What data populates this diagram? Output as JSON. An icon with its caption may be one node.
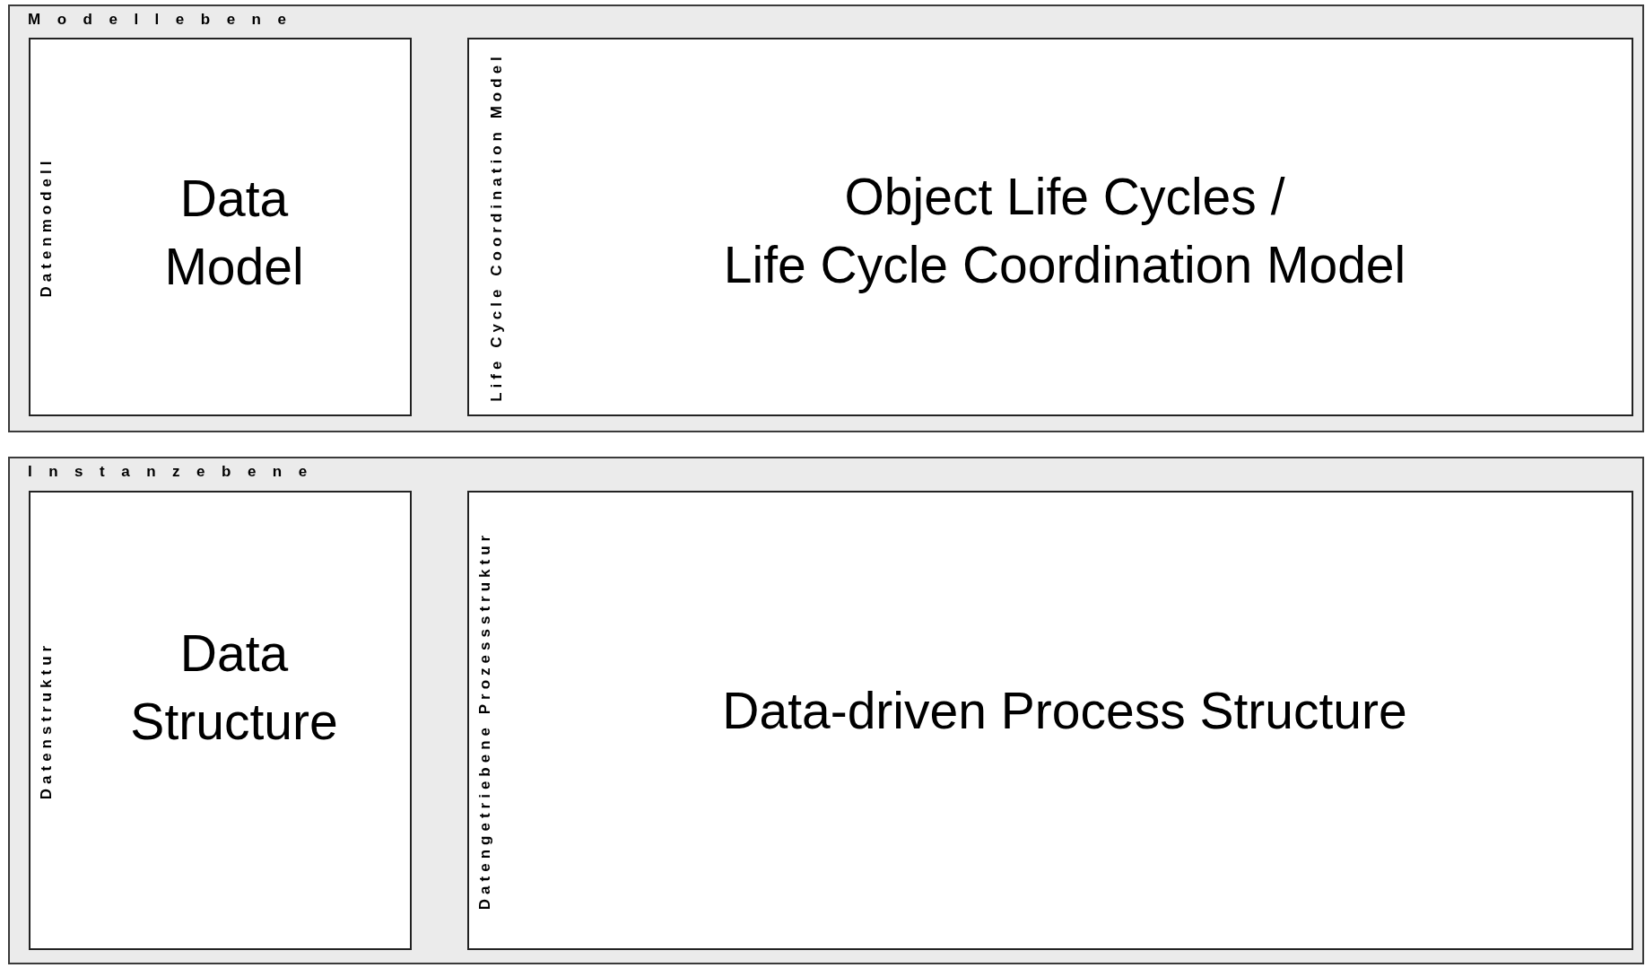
{
  "diagram": {
    "nodes": [
      {
        "text": [
          "Modellebene"
        ]
      },
      {
        "text": [
          "Datenmodell",
          "Data Model"
        ],
        "in": 0
      },
      {
        "text": [
          "Life Cycle Coordination Model",
          "Object Life Cycles / Life Cycle Coordination Model"
        ],
        "in": 0
      },
      {
        "text": [
          "Instanzebene"
        ]
      },
      {
        "text": [
          "Datenstruktur",
          "Data Structure"
        ],
        "in": 3
      },
      {
        "text": [
          "Datengetriebene Prozessstruktur",
          "Data-driven Process Structure"
        ],
        "in": 3
      }
    ]
  }
}
